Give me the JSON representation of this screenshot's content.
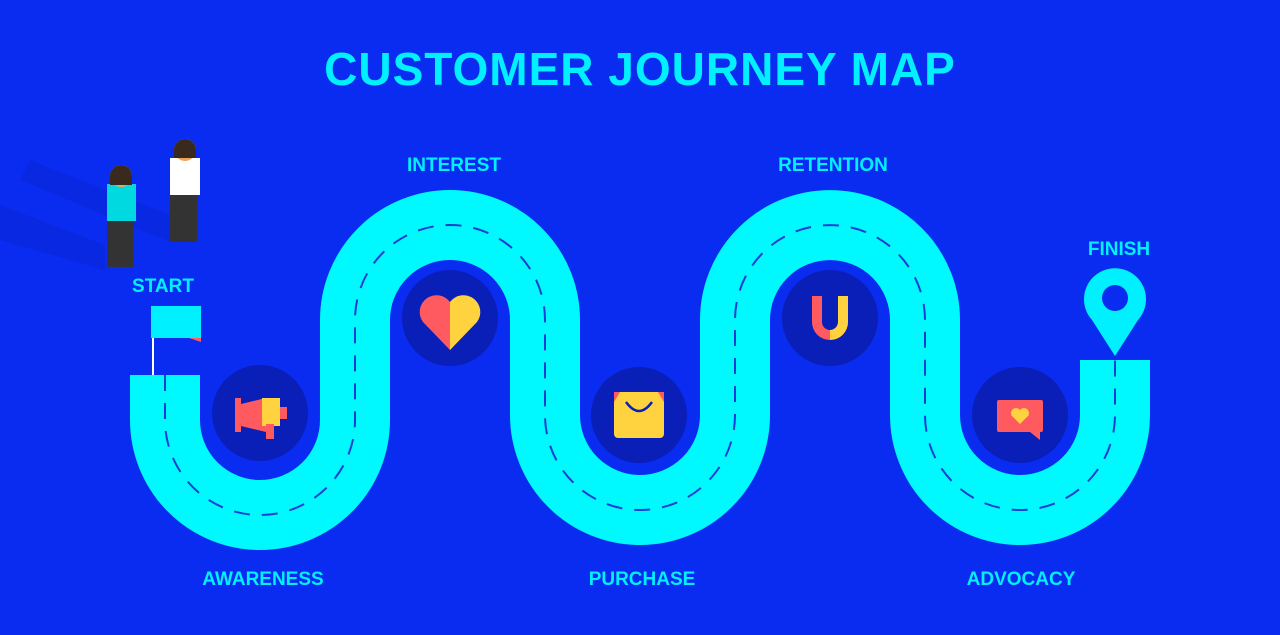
{
  "title": "CUSTOMER JOURNEY MAP",
  "stages": {
    "start": "START",
    "awareness": "AWARENESS",
    "interest": "INTEREST",
    "purchase": "PURCHASE",
    "retention": "RETENTION",
    "advocacy": "ADVOCACY",
    "finish": "FINISH"
  },
  "icons": {
    "awareness": "megaphone-icon",
    "interest": "heart-icon",
    "purchase": "shopping-bag-icon",
    "retention": "magnet-icon",
    "advocacy": "chat-heart-icon",
    "finish": "location-pin-icon",
    "start": "flag-icon"
  },
  "colors": {
    "background": "#0a2cf0",
    "road": "#00f8ff",
    "lane": "#1a3fd6",
    "circle": "#0a1fb8",
    "accent_red": "#ff5a5f",
    "accent_yellow": "#ffd23f"
  }
}
